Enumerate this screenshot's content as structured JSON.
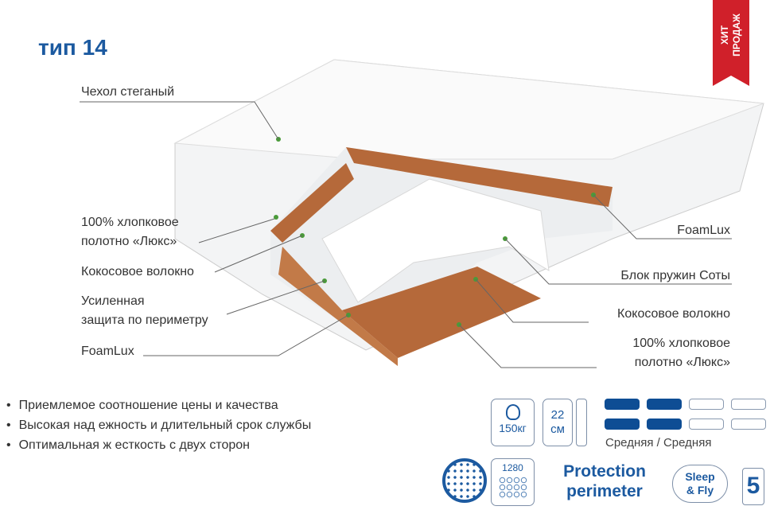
{
  "title": "тип 14",
  "badge": {
    "line1": "ХИТ",
    "line2": "ПРОДАЖ",
    "color": "#d0202a"
  },
  "labels_left": [
    "Чехол стеганый",
    "100% хлопковое\nполотно «Люкс»",
    "Кокосовое волокно",
    "Усиленная\nзащита по периметру",
    "FoamLux"
  ],
  "labels_right": [
    "FoamLux",
    "Блок пружин Соты",
    "Кокосовое волокно",
    "100% хлопковое\nполотно «Люкс»"
  ],
  "bullets": [
    "Приемлемое соотношение цены и качества",
    "Высокая над  ежность и длительный срок службы",
    "Оптимальная ж  есткость с двух сторон"
  ],
  "specs": {
    "load": "150кг",
    "height_value": "22",
    "height_unit": "см",
    "firmness": "Средняя / Средняя",
    "firmness_levels": {
      "side1": 2,
      "side2": 2,
      "max": 4
    },
    "springs": "1280",
    "protection_line1": "Protection",
    "protection_line2": "perimeter",
    "sleep_line1": "Sleep",
    "sleep_line2": "& Fly",
    "warranty": "5"
  },
  "accent": "#1c5aa0"
}
